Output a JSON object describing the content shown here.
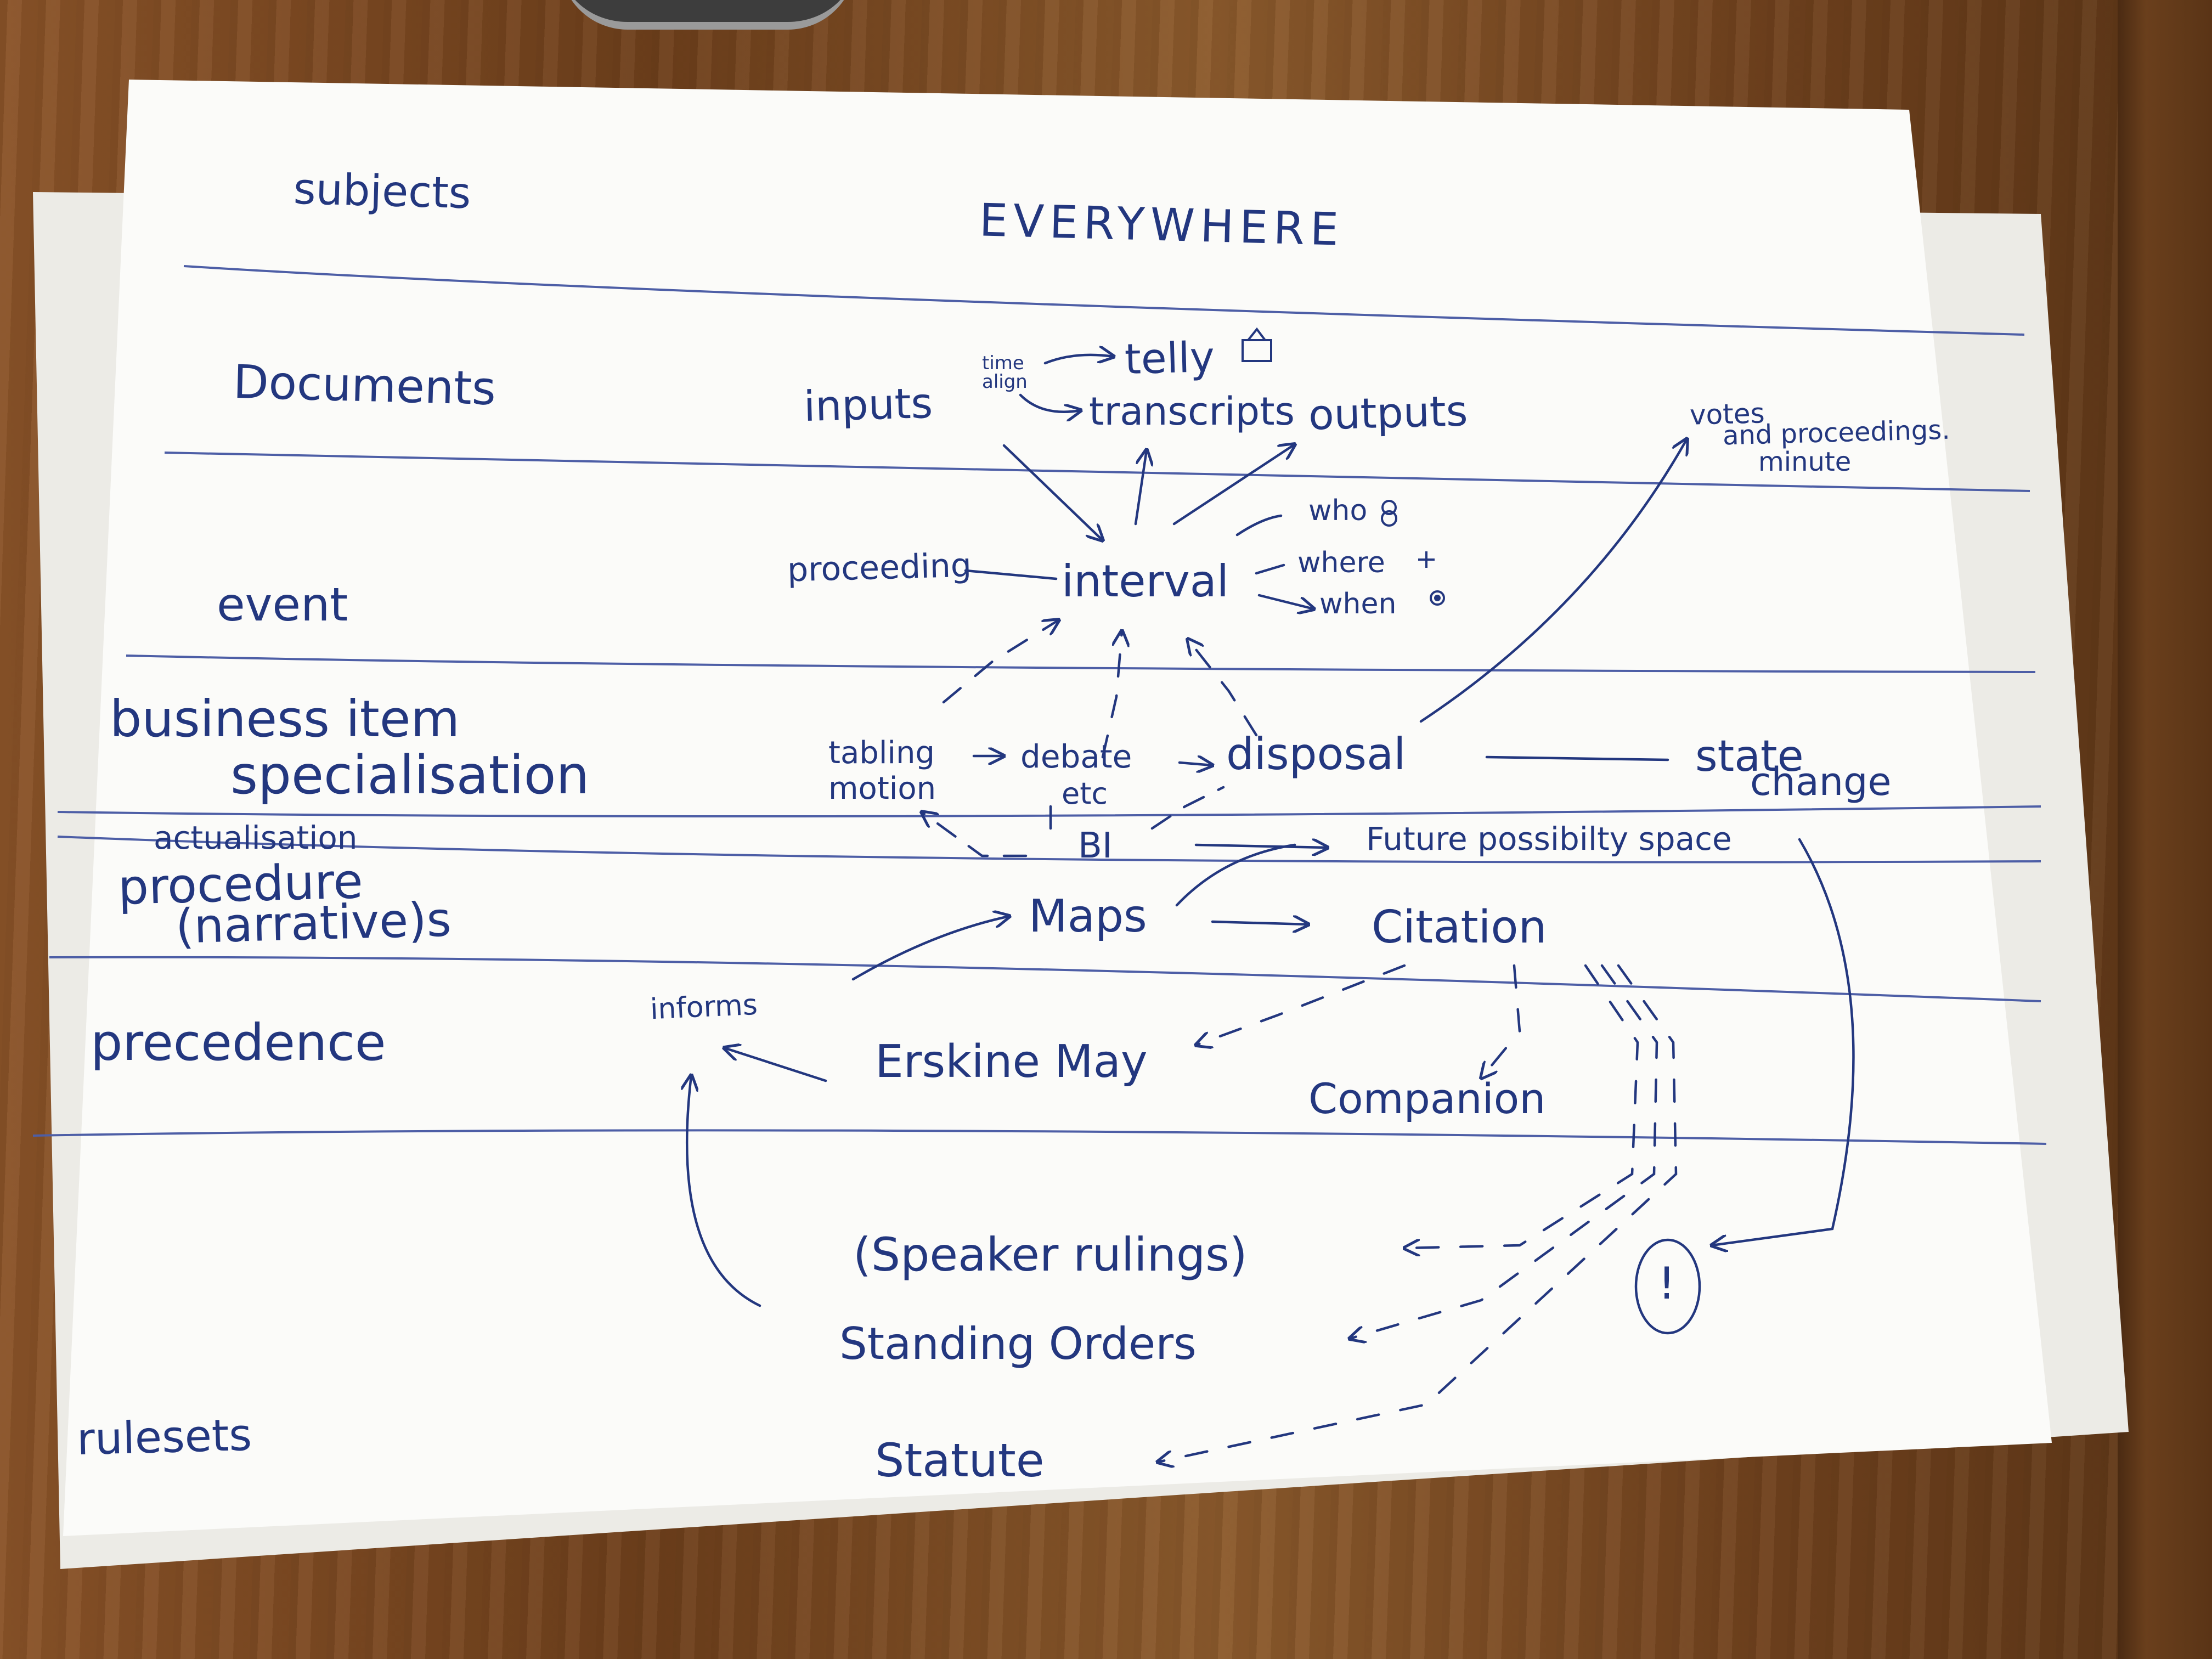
{
  "layers": {
    "subjects": "subjects",
    "documents": "Documents",
    "event": "event",
    "business_item_1": "business item",
    "business_item_2": "specialisation",
    "actualisation": "actualisation",
    "procedure_1": "procedure",
    "procedure_2": "(narrative)s",
    "precedence": "precedence",
    "rulesets": "rulesets"
  },
  "notes": {
    "everywhere": "EVERYWHERE",
    "inputs": "inputs",
    "time_align": "time align",
    "telly": "telly",
    "transcripts": "transcripts",
    "outputs": "outputs",
    "votes_1": "votes",
    "votes_2": "and proceedings.",
    "votes_3": "minute",
    "proceeding": "proceeding",
    "interval": "interval",
    "who": "who",
    "where": "where",
    "when": "when",
    "tabling": "tabling",
    "motion": "motion",
    "debate": "debate",
    "etc": "etc",
    "disposal": "disposal",
    "state": "state",
    "change": "change",
    "bi": "BI",
    "future": "Future possibilty space",
    "maps": "Maps",
    "citation": "Citation",
    "informs": "informs",
    "erskine": "Erskine May",
    "companion": "Companion",
    "speaker": "(Speaker rulings)",
    "standing": "Standing Orders",
    "statute": "Statute",
    "bang": "!"
  },
  "colors": {
    "ink": "#23377f",
    "paper": "#fbfbf9",
    "rule": "#4d5ea6"
  }
}
